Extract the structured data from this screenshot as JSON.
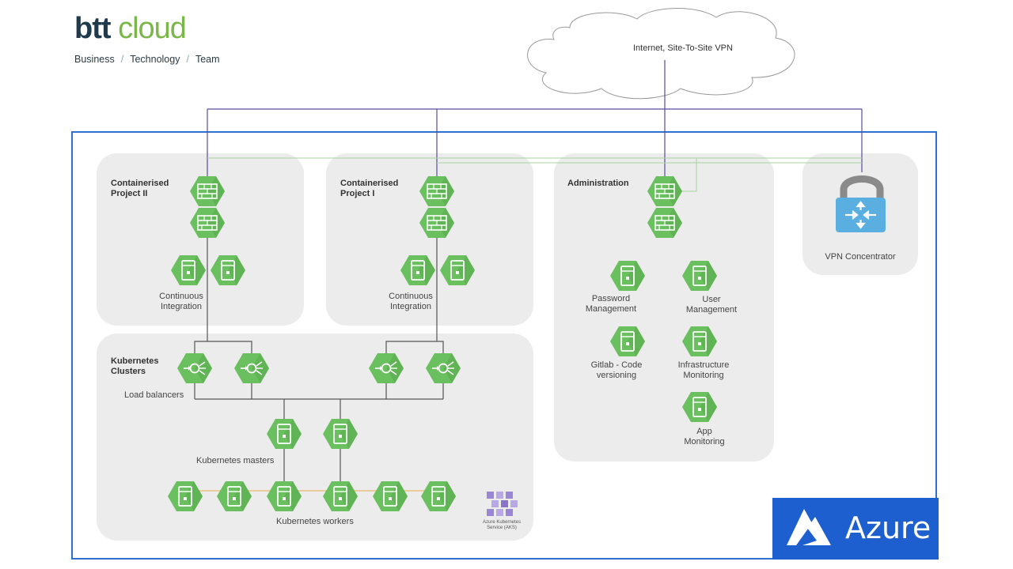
{
  "brand": {
    "logo_part1": "btt",
    "logo_part2": "cloud",
    "tagline_1": "Business",
    "tagline_2": "Technology",
    "tagline_3": "Team",
    "separator": "/"
  },
  "cloud": {
    "label": "Internet, Site-To-Site VPN"
  },
  "groups": {
    "project2": {
      "title_1": "Containerised",
      "title_2": "Project II",
      "ci_1": "Continuous",
      "ci_2": "Integration"
    },
    "project1": {
      "title_1": "Containerised",
      "title_2": "Project I",
      "ci_1": "Continuous",
      "ci_2": "Integration"
    },
    "admin": {
      "title": "Administration",
      "items": [
        {
          "l1": "Password",
          "l2": "Management"
        },
        {
          "l1": "User",
          "l2": "Management"
        },
        {
          "l1": "Gitlab - Code",
          "l2": "versioning"
        },
        {
          "l1": "Infrastructure",
          "l2": "Monitoring"
        },
        {
          "l1": "App",
          "l2": "Monitoring"
        }
      ]
    },
    "vpn": {
      "label": "VPN Concentrator"
    },
    "k8s": {
      "title_1": "Kubernetes",
      "title_2": "Clusters",
      "load_balancers": "Load balancers",
      "masters": "Kubernetes masters",
      "workers": "Kubernetes workers",
      "aks_1": "Azure Kubernetes",
      "aks_2": "Service (AKS)"
    }
  },
  "azure": {
    "label": "Azure"
  },
  "colors": {
    "node_green": "#6abf5e",
    "node_dark": "#4f9c45",
    "line_purple": "#5b4b9b",
    "line_green": "#a8d5a0",
    "line_orange": "#e9b86b",
    "frame_blue": "#2f6fcf",
    "azure_blue": "#1d5fcf",
    "vpn_blue": "#5aaee0",
    "panel_gray": "#ececec"
  },
  "icons": {
    "firewall": "firewall-icon",
    "server": "server-icon",
    "load_balancer": "load-balancer-icon",
    "vpn": "vpn-lock-icon",
    "aks": "aks-icon",
    "azure": "azure-logo-icon"
  }
}
